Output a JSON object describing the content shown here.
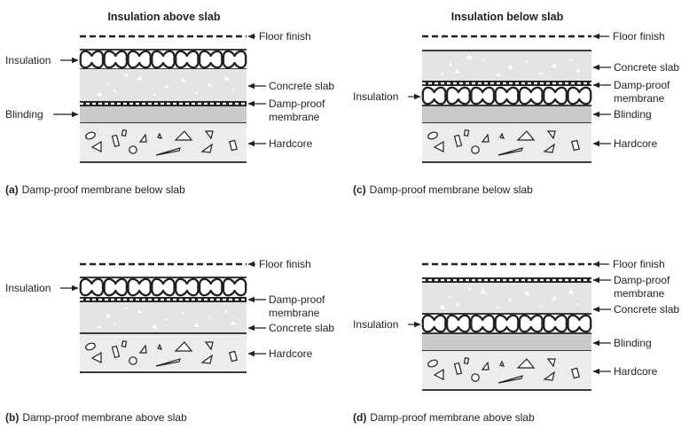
{
  "headings": {
    "left": "Insulation above slab",
    "right": "Insulation below slab"
  },
  "panels": [
    {
      "id": "a",
      "caption_letter": "(a)",
      "caption_text": "Damp-proof membrane below slab",
      "layers": [
        "floor-finish",
        "insulation",
        "concrete-slab",
        "damp-proof-membrane",
        "blinding",
        "hardcore"
      ],
      "labels": {
        "floor_finish": "Floor finish",
        "insulation": "Insulation",
        "concrete_slab": "Concrete slab",
        "dpm_line1": "Damp-proof",
        "dpm_line2": "membrane",
        "blinding": "Blinding",
        "hardcore": "Hardcore"
      }
    },
    {
      "id": "c",
      "caption_letter": "(c)",
      "caption_text": "Damp-proof membrane below slab",
      "layers": [
        "floor-finish",
        "concrete-slab",
        "damp-proof-membrane",
        "insulation",
        "blinding",
        "hardcore"
      ],
      "labels": {
        "floor_finish": "Floor finish",
        "concrete_slab": "Concrete slab",
        "dpm_line1": "Damp-proof",
        "dpm_line2": "membrane",
        "insulation": "Insulation",
        "blinding": "Blinding",
        "hardcore": "Hardcore"
      }
    },
    {
      "id": "b",
      "caption_letter": "(b)",
      "caption_text": "Damp-proof membrane above slab",
      "layers": [
        "floor-finish",
        "insulation",
        "damp-proof-membrane",
        "concrete-slab",
        "hardcore"
      ],
      "labels": {
        "floor_finish": "Floor finish",
        "insulation": "Insulation",
        "dpm_line1": "Damp-proof",
        "dpm_line2": "membrane",
        "concrete_slab": "Concrete slab",
        "hardcore": "Hardcore"
      }
    },
    {
      "id": "d",
      "caption_letter": "(d)",
      "caption_text": "Damp-proof membrane above slab",
      "layers": [
        "floor-finish",
        "damp-proof-membrane",
        "concrete-slab",
        "insulation",
        "blinding",
        "hardcore"
      ],
      "labels": {
        "floor_finish": "Floor finish",
        "dpm_line1": "Damp-proof",
        "dpm_line2": "membrane",
        "concrete_slab": "Concrete slab",
        "insulation": "Insulation",
        "blinding": "Blinding",
        "hardcore": "Hardcore"
      }
    }
  ],
  "colors": {
    "line": "#231f20",
    "concrete": "#e3e5e4",
    "blinding": "#c9cbca",
    "hardcore": "#ebeceb",
    "aggregate": "#ffffff"
  }
}
